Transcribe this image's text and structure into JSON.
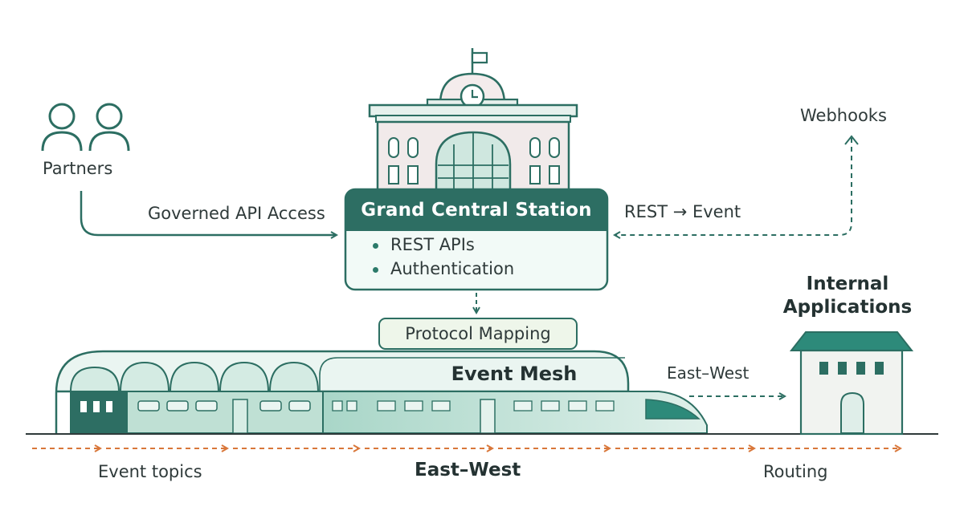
{
  "diagram": {
    "partners_label": "Partners",
    "webhooks_label": "Webhooks",
    "governed_label": "Governed API Access",
    "rest_event_label": "REST → Event",
    "gcs": {
      "title": "Grand Central Station",
      "bullets": [
        "REST APIs",
        "Authentication"
      ]
    },
    "protocol_label": "Protocol Mapping",
    "mesh_label": "Event Mesh",
    "east_west_small": "East–West",
    "internal_label_1": "Internal",
    "internal_label_2": "Applications",
    "bottom_labels": {
      "left": "Event topics",
      "center": "East–West",
      "right": "Routing"
    }
  },
  "colors": {
    "primary": "#2c6e62",
    "light": "#e3f1ec",
    "accent_arrow": "#d9773a",
    "text": "#2f3a3a"
  }
}
